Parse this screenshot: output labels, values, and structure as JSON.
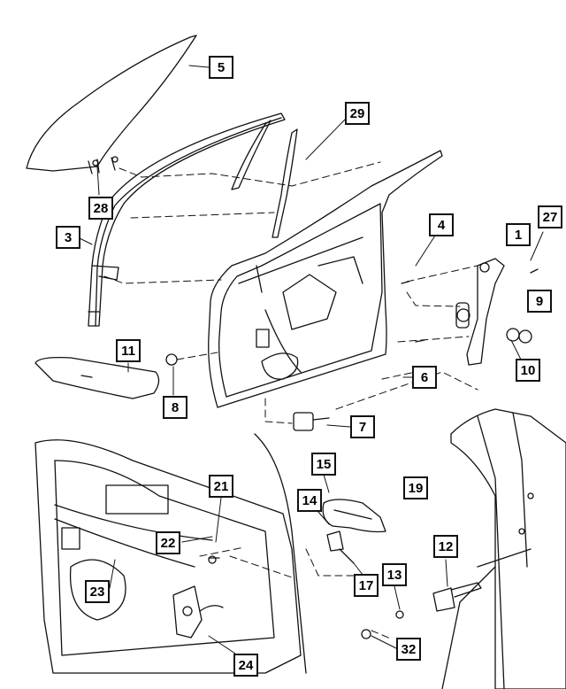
{
  "diagram": {
    "callouts": [
      {
        "id": "c5",
        "label": "5"
      },
      {
        "id": "c29",
        "label": "29"
      },
      {
        "id": "c28",
        "label": "28"
      },
      {
        "id": "c3",
        "label": "3"
      },
      {
        "id": "c4",
        "label": "4"
      },
      {
        "id": "c1",
        "label": "1"
      },
      {
        "id": "c27",
        "label": "27"
      },
      {
        "id": "c9",
        "label": "9"
      },
      {
        "id": "c11",
        "label": "11"
      },
      {
        "id": "c10",
        "label": "10"
      },
      {
        "id": "c6",
        "label": "6"
      },
      {
        "id": "c8",
        "label": "8"
      },
      {
        "id": "c7",
        "label": "7"
      },
      {
        "id": "c15",
        "label": "15"
      },
      {
        "id": "c19",
        "label": "19"
      },
      {
        "id": "c21",
        "label": "21"
      },
      {
        "id": "c14",
        "label": "14"
      },
      {
        "id": "c22",
        "label": "22"
      },
      {
        "id": "c12",
        "label": "12"
      },
      {
        "id": "c23",
        "label": "23"
      },
      {
        "id": "c17",
        "label": "17"
      },
      {
        "id": "c13",
        "label": "13"
      },
      {
        "id": "c24",
        "label": "24"
      },
      {
        "id": "c32",
        "label": "32"
      }
    ]
  }
}
